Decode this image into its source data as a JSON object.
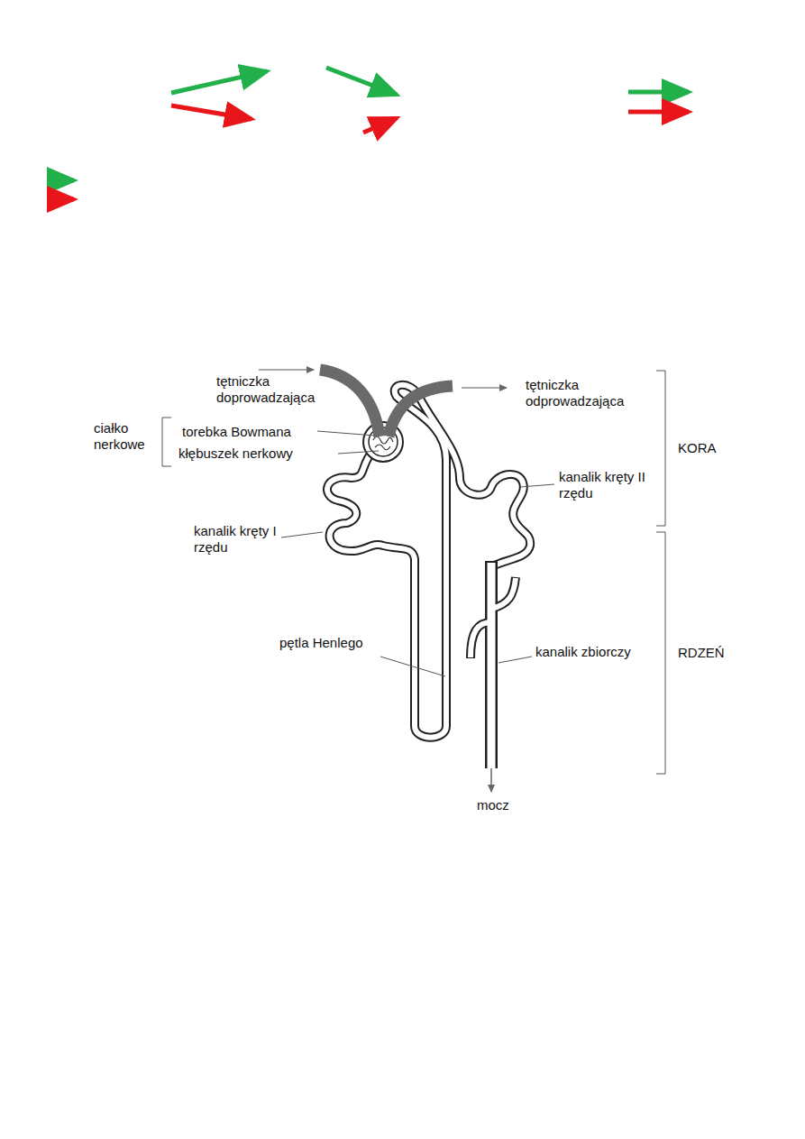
{
  "diagram": {
    "labels": [
      "tętniczka doprowadzająca",
      "tętniczka odprowadzająca",
      "ciałko nerkowe",
      "torebka Bowmana",
      "kłębuszek nerkowy",
      "kanalik kręty II rzędu",
      "kanalik kręty I rzędu",
      "pętla Henlego",
      "kanalik zbiorczy",
      "KORA",
      "RDZEŃ",
      "mocz"
    ]
  }
}
